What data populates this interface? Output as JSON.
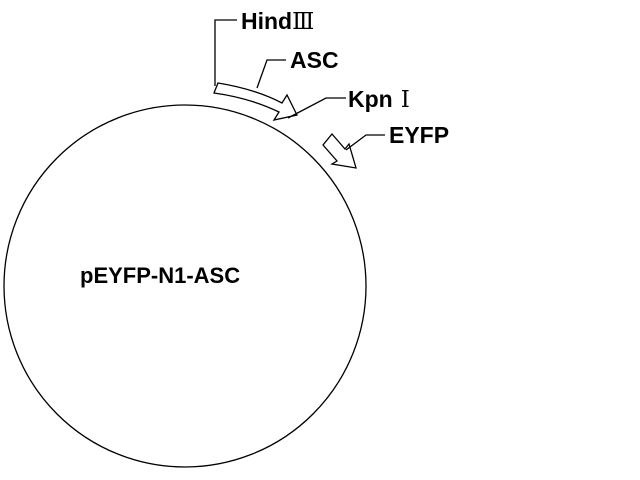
{
  "plasmid": {
    "name": "pEYFP-N1-ASC"
  },
  "features": {
    "hindiii": {
      "name": "Hind",
      "suffix": "Ⅲ"
    },
    "asc": {
      "name": "ASC"
    },
    "kpni": {
      "name": "Kpn",
      "suffix": "Ⅰ"
    },
    "eyfp": {
      "name": "EYFP"
    }
  },
  "colors": {
    "line": "#000000",
    "background": "#ffffff",
    "arrow_fill": "#ffffff"
  }
}
